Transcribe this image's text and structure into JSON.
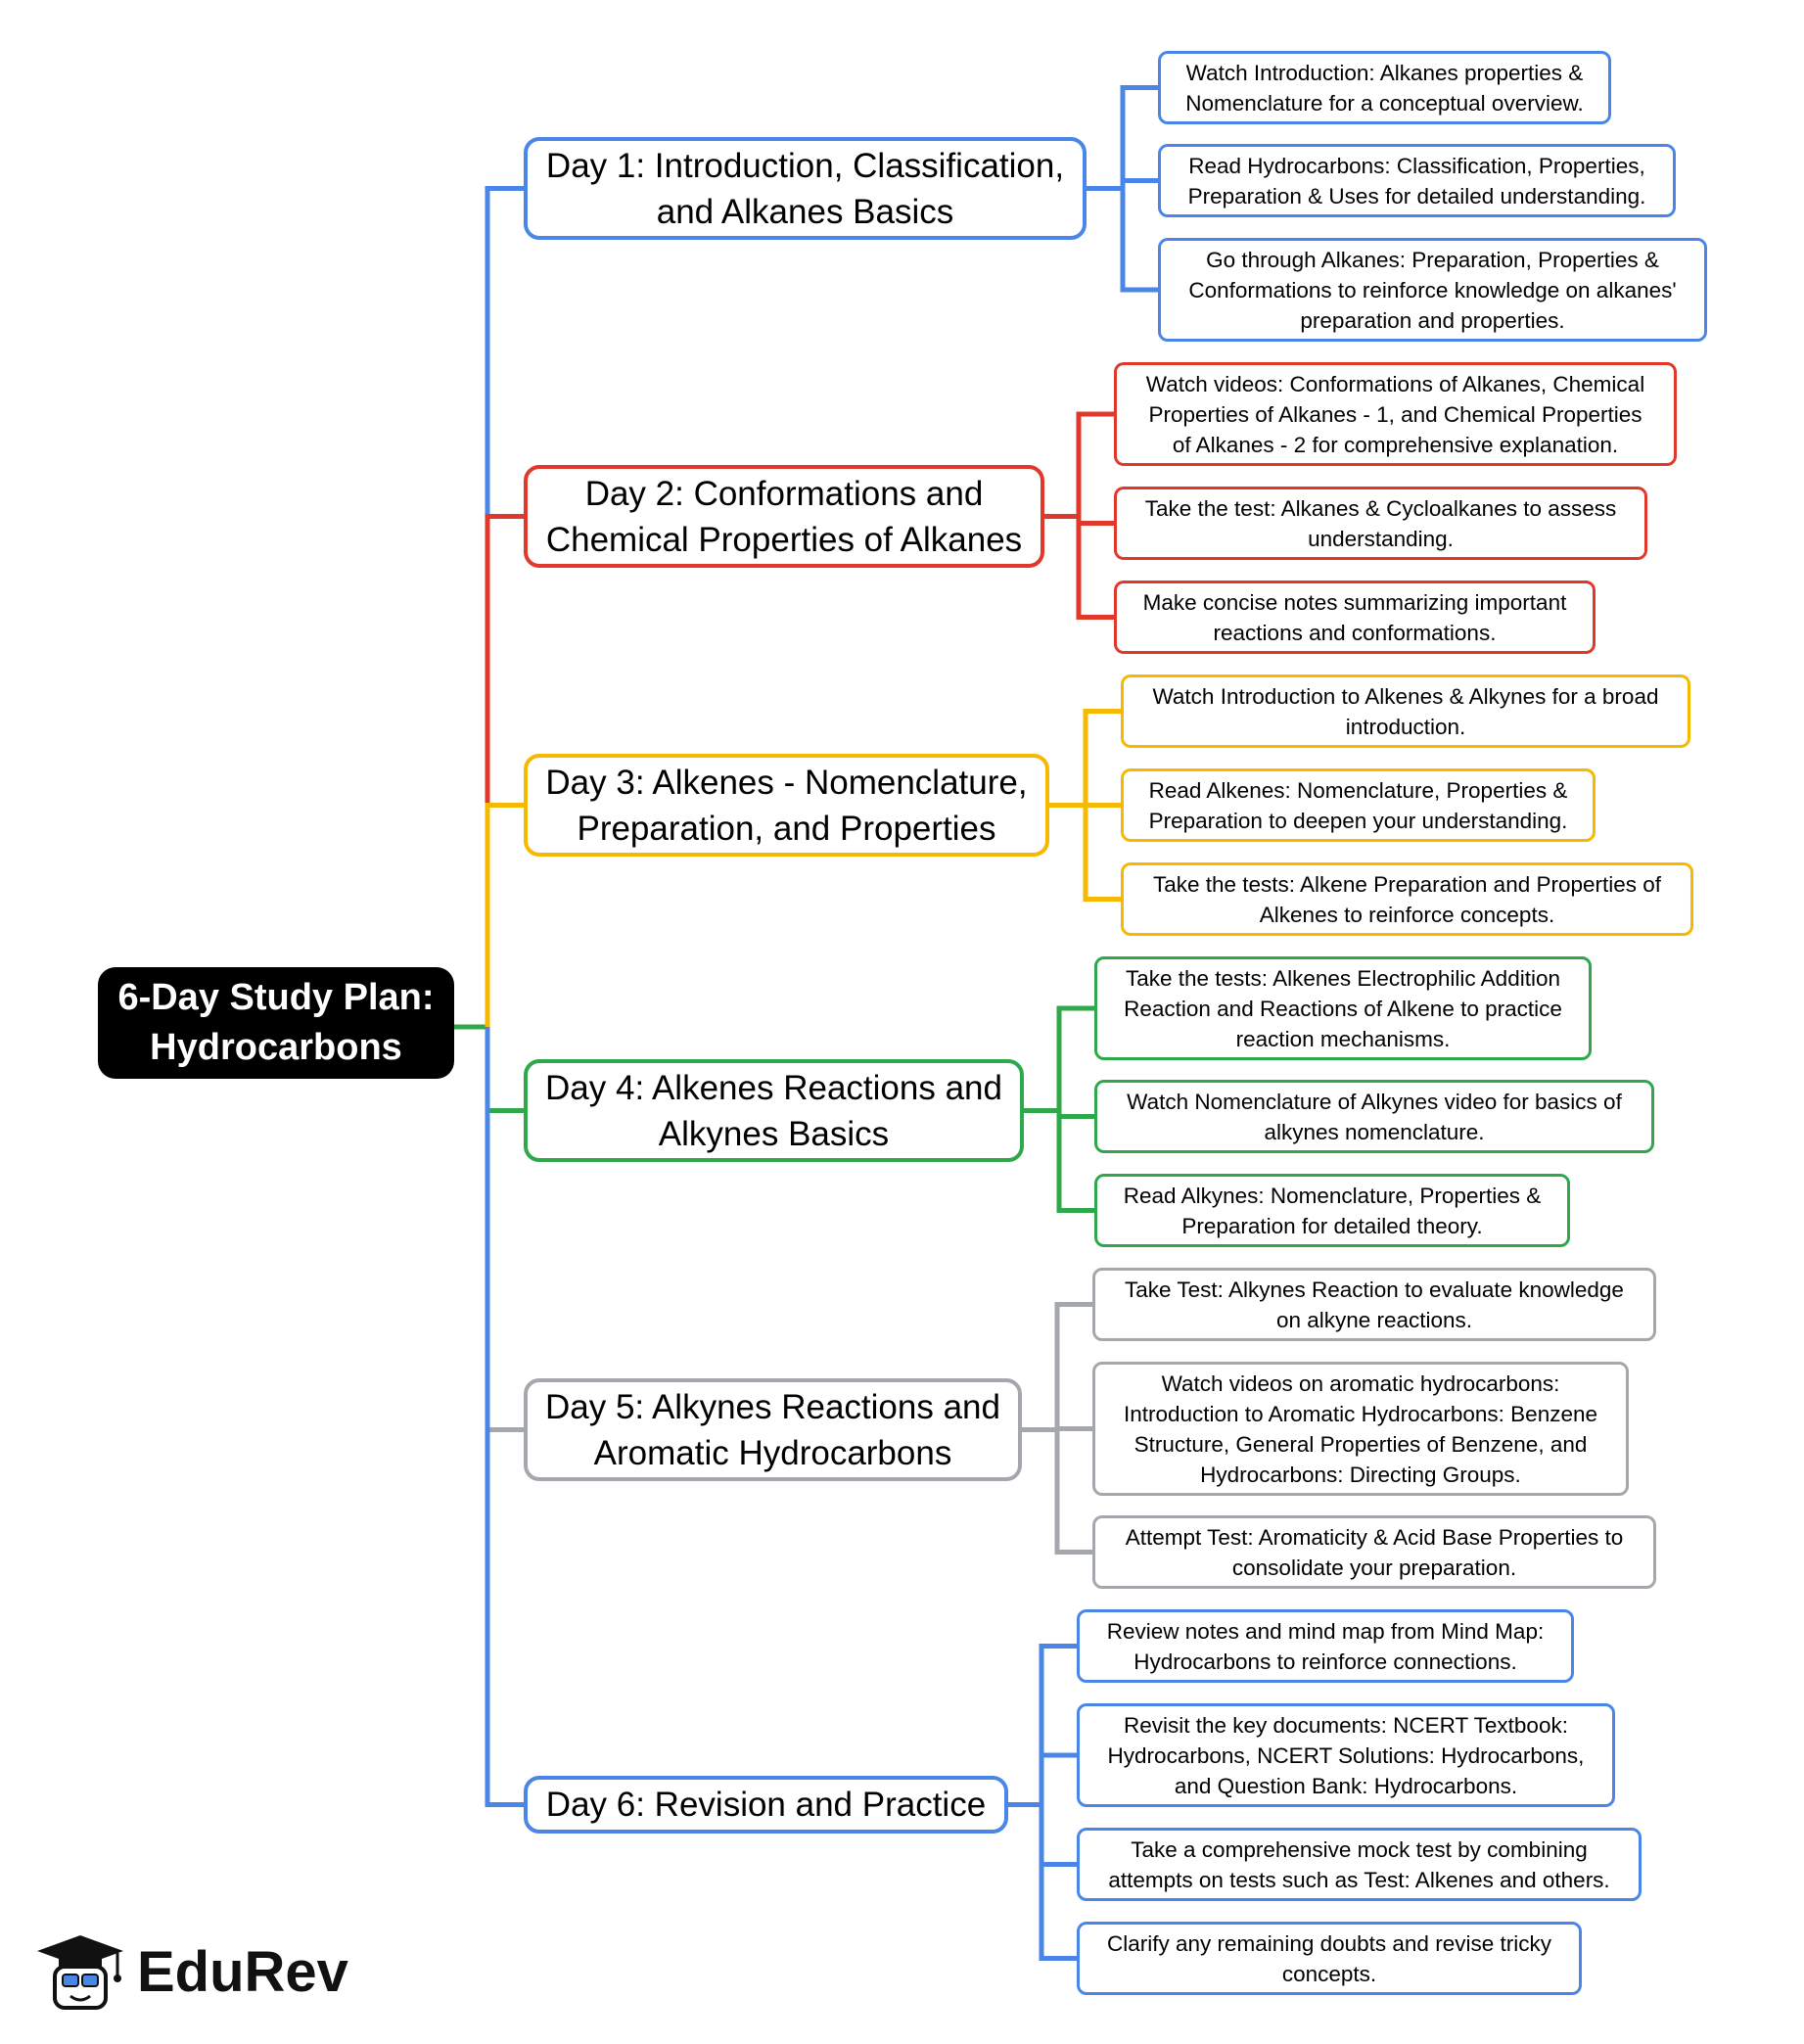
{
  "root": {
    "title": "6-Day Study Plan:\nHydrocarbons"
  },
  "colors": {
    "blue": "#4a86e8",
    "red": "#e0392b",
    "yellow": "#f6b800",
    "green": "#2ea84a",
    "gray": "#a4a8ad",
    "root_bg": "#000000"
  },
  "days": [
    {
      "label": "Day 1: Introduction, Classification,\nand Alkanes Basics",
      "color": "blue",
      "tasks": [
        "Watch Introduction: Alkanes properties &\nNomenclature for a conceptual overview.",
        "Read Hydrocarbons: Classification, Properties,\nPreparation & Uses for detailed understanding.",
        "Go through Alkanes: Preparation, Properties &\nConformations to reinforce knowledge on alkanes'\npreparation and properties."
      ]
    },
    {
      "label": "Day 2: Conformations and\nChemical Properties of Alkanes",
      "color": "red",
      "tasks": [
        "Watch videos: Conformations of Alkanes, Chemical\nProperties of Alkanes - 1, and Chemical Properties\nof Alkanes - 2 for comprehensive explanation.",
        "Take the test: Alkanes & Cycloalkanes to assess\nunderstanding.",
        "Make concise notes summarizing important\nreactions and conformations."
      ]
    },
    {
      "label": "Day 3: Alkenes - Nomenclature,\nPreparation, and Properties",
      "color": "yellow",
      "tasks": [
        "Watch Introduction to Alkenes & Alkynes for a broad\nintroduction.",
        "Read Alkenes: Nomenclature, Properties &\nPreparation to deepen your understanding.",
        "Take the tests: Alkene Preparation and Properties of\nAlkenes to reinforce concepts."
      ]
    },
    {
      "label": "Day 4: Alkenes Reactions and\nAlkynes Basics",
      "color": "green",
      "tasks": [
        "Take the tests: Alkenes Electrophilic Addition\nReaction and Reactions of Alkene to practice\nreaction mechanisms.",
        "Watch Nomenclature of Alkynes video for basics of\nalkynes nomenclature.",
        "Read Alkynes: Nomenclature, Properties &\nPreparation for detailed theory."
      ]
    },
    {
      "label": "Day 5: Alkynes Reactions and\nAromatic Hydrocarbons",
      "color": "gray",
      "tasks": [
        "Take Test: Alkynes Reaction to evaluate knowledge\non alkyne reactions.",
        "Watch videos on aromatic hydrocarbons:\nIntroduction to Aromatic Hydrocarbons: Benzene\nStructure, General Properties of Benzene, and\nHydrocarbons: Directing Groups.",
        "Attempt Test: Aromaticity & Acid Base Properties to\nconsolidate your preparation."
      ]
    },
    {
      "label": "Day 6: Revision and Practice",
      "color": "blue",
      "tasks": [
        "Review notes and mind map from Mind Map:\nHydrocarbons to reinforce connections.",
        "Revisit the key documents: NCERT Textbook:\nHydrocarbons, NCERT Solutions: Hydrocarbons,\nand Question Bank: Hydrocarbons.",
        "Take a comprehensive mock test by combining\nattempts on tests such as Test: Alkenes and others.",
        "Clarify any remaining doubts and revise tricky\nconcepts."
      ]
    }
  ],
  "brand": {
    "name": "EduRev",
    "icon": "graduation-cap-mascot-icon"
  }
}
